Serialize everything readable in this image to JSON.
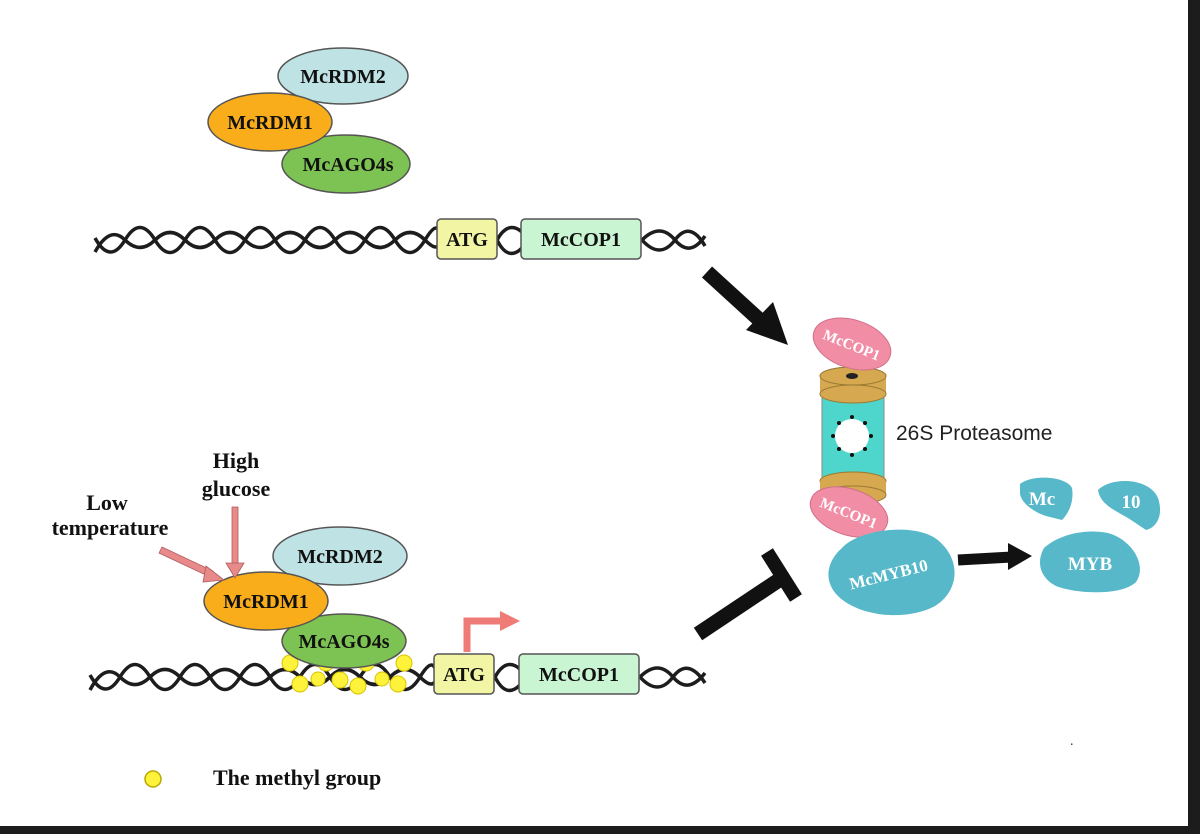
{
  "top_complex": {
    "rdm2": "McRDM2",
    "rdm1": "McRDM1",
    "ago4": "McAGO4s"
  },
  "top_gene": {
    "atg": "ATG",
    "cop1": "McCOP1"
  },
  "bottom_complex": {
    "rdm2": "McRDM2",
    "rdm1": "McRDM1",
    "ago4": "McAGO4s"
  },
  "bottom_gene": {
    "atg": "ATG",
    "cop1": "McCOP1"
  },
  "stimuli": {
    "high_glucose_line1": "High",
    "high_glucose_line2": "glucose",
    "low_temp_line1": "Low",
    "low_temp_line2": "temperature"
  },
  "proteasome": {
    "label": "26S Proteasome",
    "cop1_top": "McCOP1",
    "cop1_bottom": "McCOP1"
  },
  "myb": {
    "intact": "McMYB10",
    "frag_mc": "Mc",
    "frag_10": "10",
    "frag_myb": "MYB"
  },
  "legend": {
    "methyl_label": "The methyl group"
  },
  "colors": {
    "rdm2": "#bfe3e4",
    "rdm1": "#f9ad1a",
    "ago4": "#7dc353",
    "atg": "#f2f5a3",
    "cop1_box": "#c9f5d2",
    "cop1_pink": "#f18ea6",
    "proteasome_core": "#4fd6cc",
    "proteasome_ring": "#d6a84f",
    "myb": "#56b8c9",
    "methyl": "#fff23a",
    "stimulus_arrow": "#e88a8a",
    "promoter_arrow": "#ee7b76"
  }
}
